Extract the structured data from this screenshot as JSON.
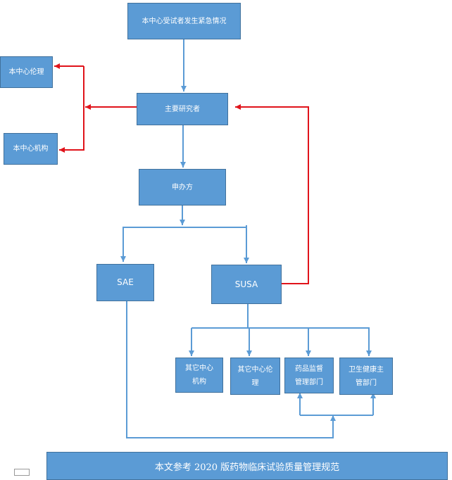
{
  "nodes": {
    "top": "本中心受试者发生紧急情况",
    "ethics": "本中心伦理",
    "institution": "本中心机构",
    "pi": "主要研究者",
    "sponsor": "申办方",
    "sae": "SAE",
    "susa": "SUSA",
    "other_inst": "其它中心\n机构",
    "other_ethics": "其它中心伦\n理",
    "drug_reg": "药品监督\n管理部门",
    "health": "卫生健康主\n管部门"
  },
  "footer": "本文参考 2020 版药物临床试验质量管理规范",
  "colors": {
    "box_fill": "#5b9bd5",
    "box_border": "#41719c",
    "blue_line": "#5b9bd5",
    "red_line": "#e0131a"
  }
}
